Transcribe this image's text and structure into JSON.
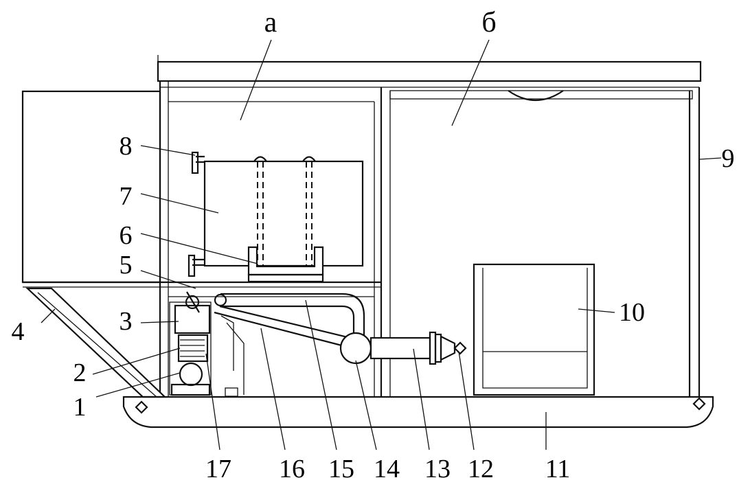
{
  "sections": {
    "a": "а",
    "b": "б"
  },
  "labels": {
    "l1": "1",
    "l2": "2",
    "l3": "3",
    "l4": "4",
    "l5": "5",
    "l6": "6",
    "l7": "7",
    "l8": "8",
    "l9": "9",
    "l10": "10",
    "l11": "11",
    "l12": "12",
    "l13": "13",
    "l14": "14",
    "l15": "15",
    "l16": "16",
    "l17": "17"
  }
}
